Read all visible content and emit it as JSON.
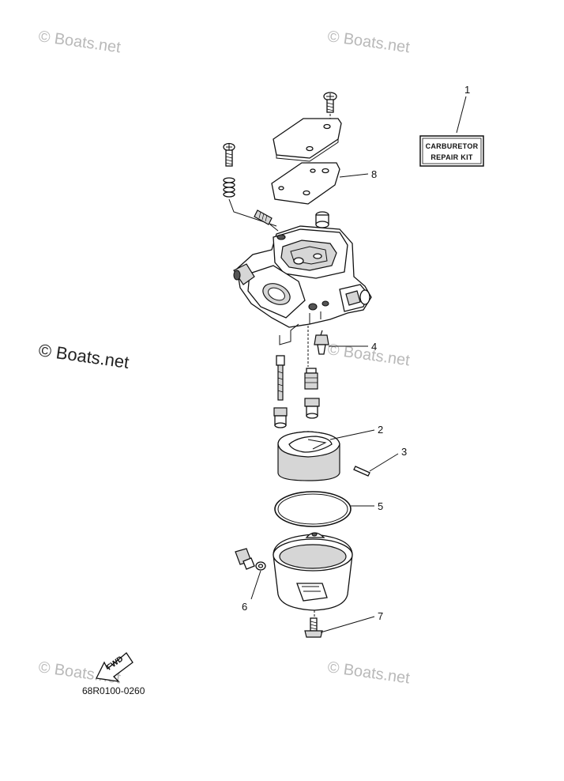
{
  "watermarks": {
    "top_left": "© Boats.net",
    "top_right": "© Boats.net",
    "mid_left": "© Boats.net",
    "mid_right": "© Boats.net",
    "bottom_left": "© Boats.net",
    "bottom_right": "© Boats.net"
  },
  "kit_label": {
    "line1": "CARBURETOR",
    "line2": "REPAIR KIT"
  },
  "fwd_label": "FWD",
  "diagram_code": "68R0100-0260",
  "callouts": {
    "c1": "1",
    "c2": "2",
    "c3": "3",
    "c4": "4",
    "c5": "5",
    "c6": "6",
    "c7": "7",
    "c8": "8"
  }
}
